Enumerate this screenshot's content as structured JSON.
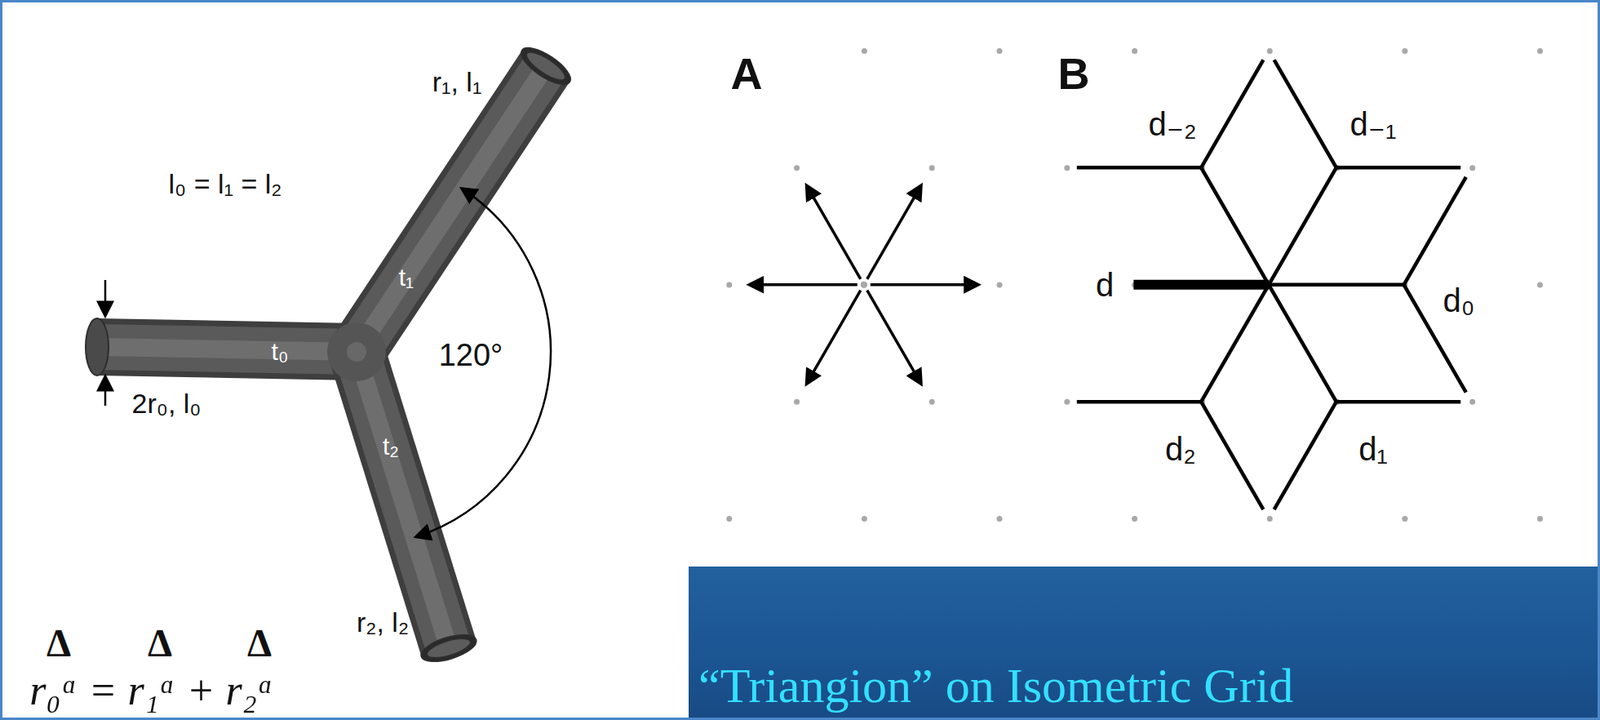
{
  "diagram": {
    "nodes": [
      {
        "text": [
          "“Triangion” on Isometric Grid"
        ]
      }
    ],
    "labels": [
      "r₁, l₁",
      "l₀ = l₁ = l₂",
      "t₁",
      "t₀",
      "120°",
      "2r₀, l₀",
      "t₂",
      "r₂, l₂",
      "Δ",
      "Δ",
      "Δ",
      "r₀ᵅ = r₁ᵅ + r₂ᵅ",
      "A",
      "B",
      "d₋₂",
      "d₋₁",
      "d",
      "d₀",
      "d₂",
      "d₁"
    ]
  }
}
